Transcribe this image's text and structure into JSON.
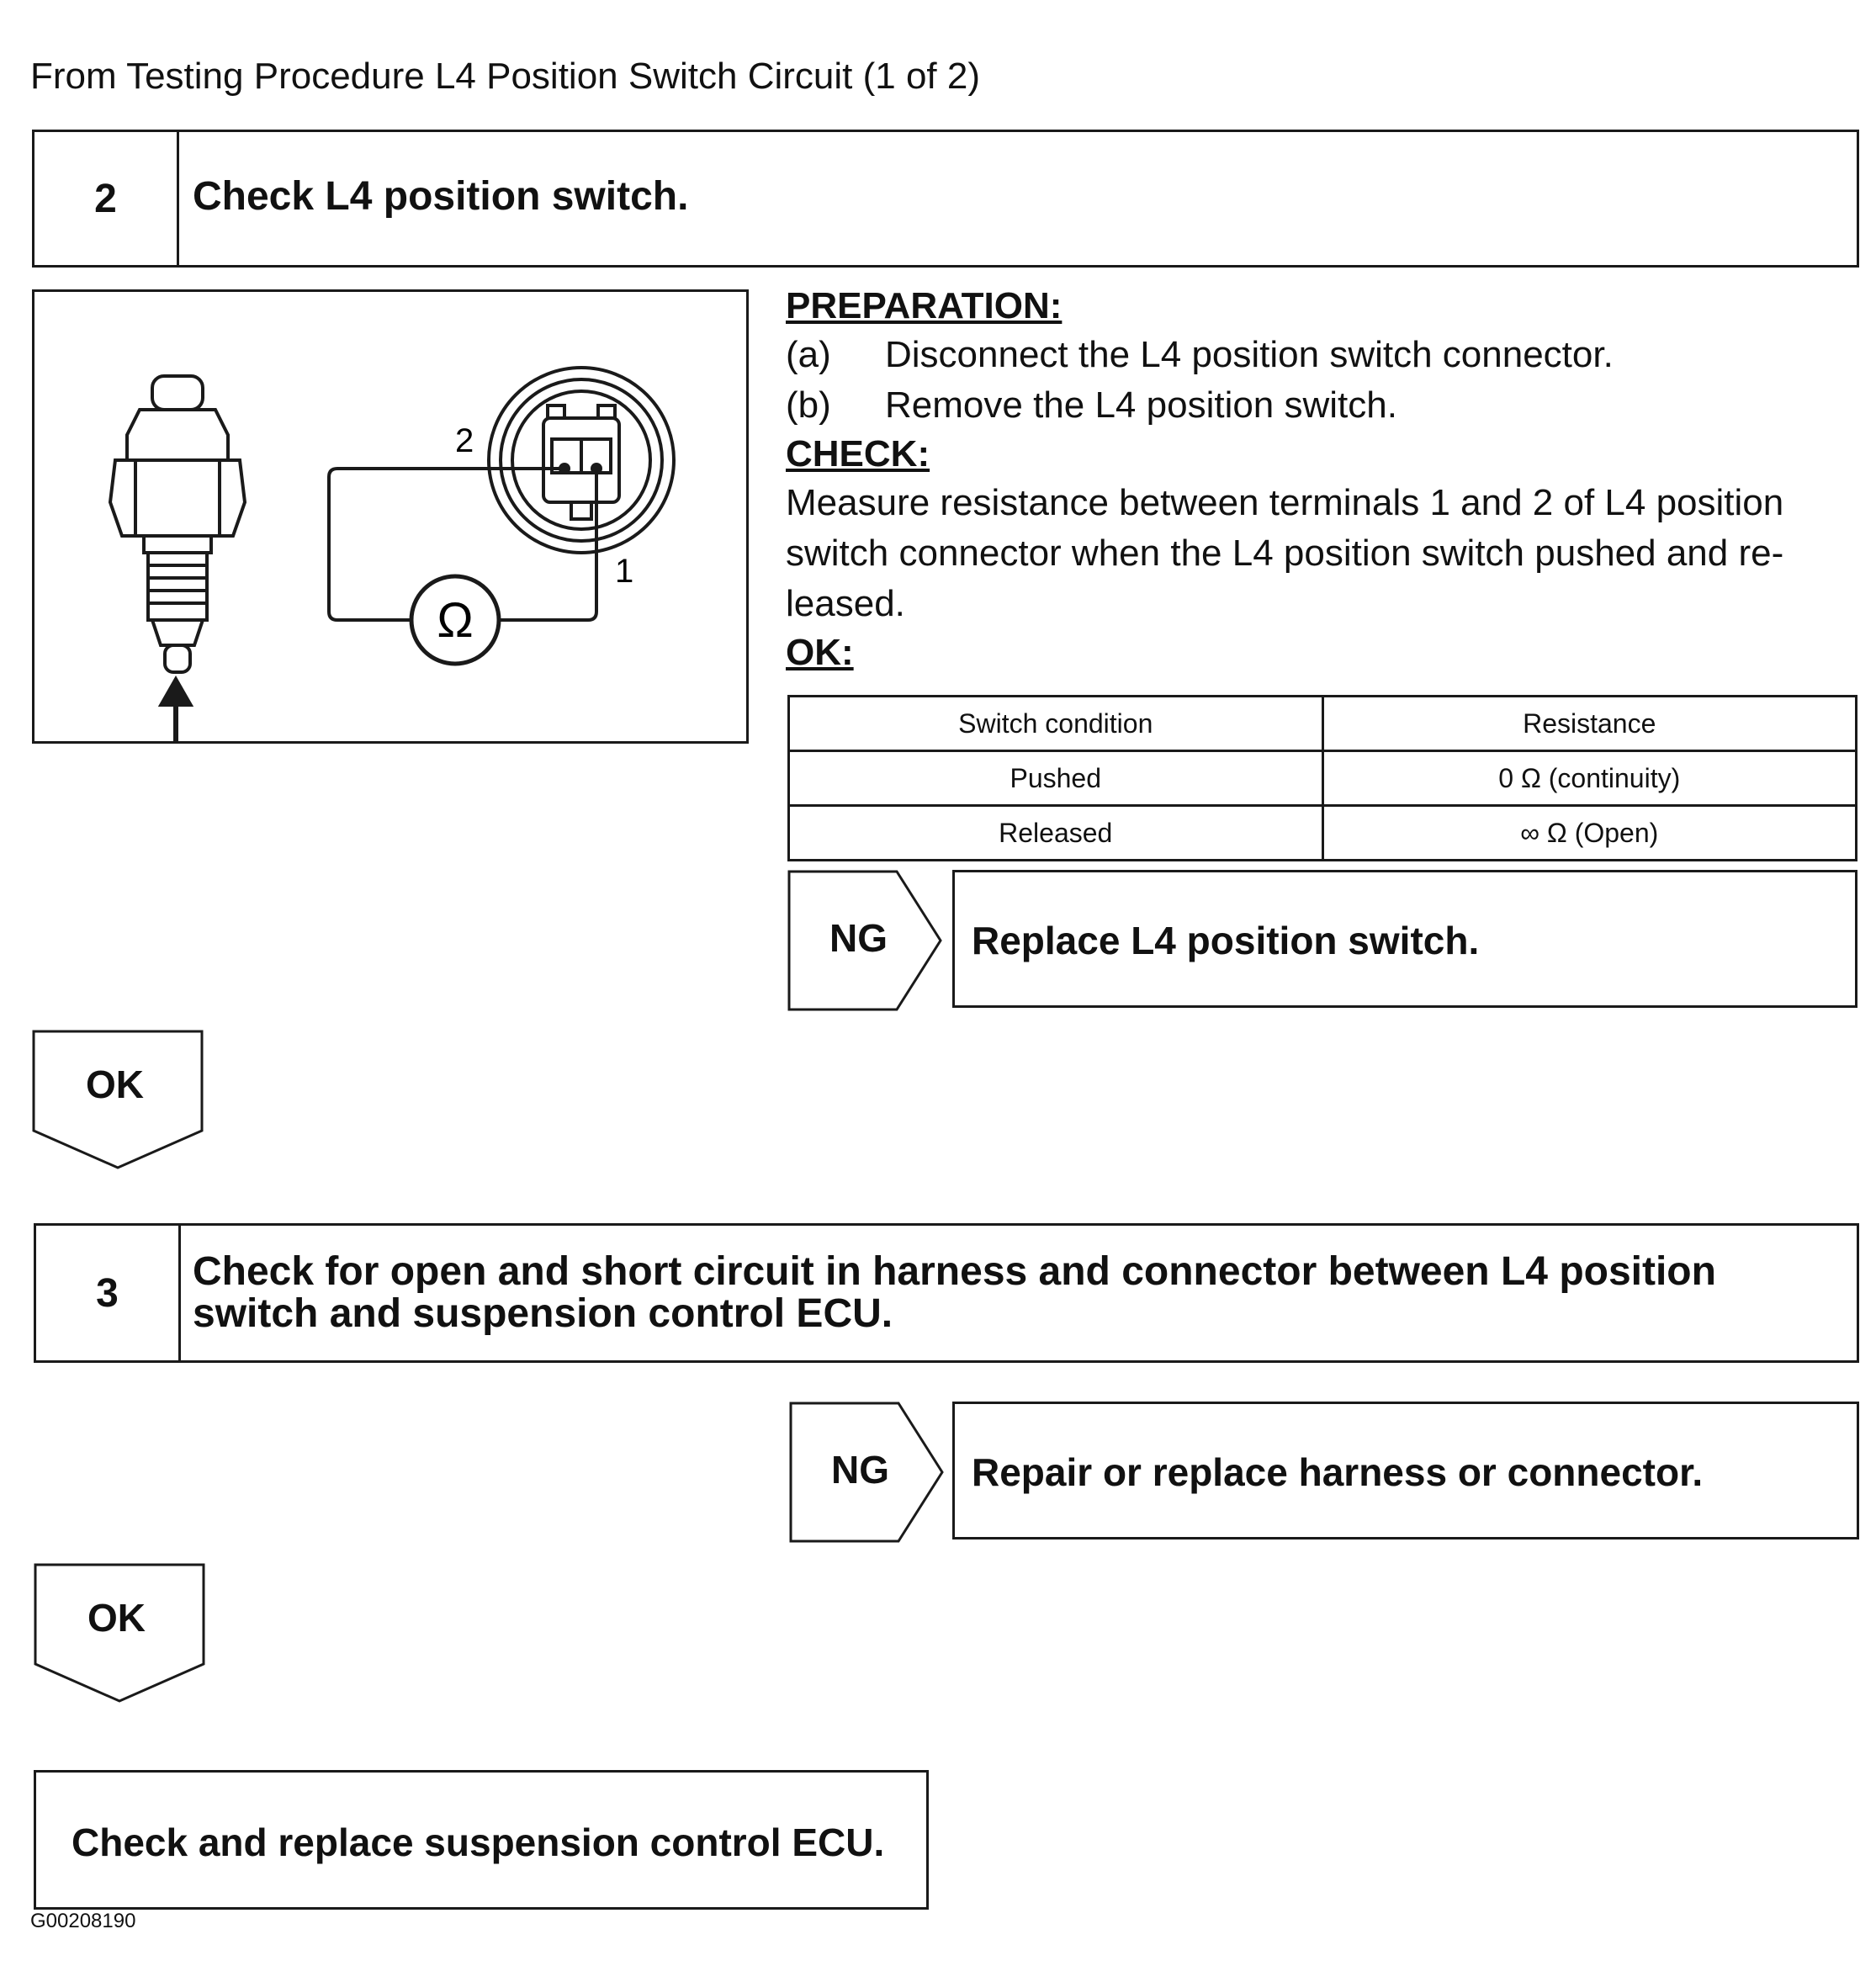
{
  "intro": "From Testing Procedure L4 Position Switch Circuit (1 of 2)",
  "step2": {
    "number": "2",
    "title": "Check L4 position switch.",
    "diagram": {
      "terminal_2": "2",
      "terminal_1": "1",
      "meter_symbol": "Ω"
    },
    "preparation_heading": "PREPARATION:",
    "preparation_steps": [
      {
        "marker": "(a)",
        "text": "Disconnect the L4 position switch connector."
      },
      {
        "marker": "(b)",
        "text": "Remove the L4 position switch."
      }
    ],
    "check_heading": "CHECK:",
    "check_lines": [
      "Measure resistance between terminals 1 and 2 of L4 position",
      "switch connector when the L4 position switch pushed and re-",
      "leased."
    ],
    "ok_heading": "OK:",
    "table": {
      "headers": [
        "Switch condition",
        "Resistance"
      ],
      "rows": [
        [
          "Pushed",
          "0 Ω (continuity)"
        ],
        [
          "Released",
          "∞ Ω (Open)"
        ]
      ]
    },
    "ng_label": "NG",
    "ng_action": "Replace L4 position switch.",
    "ok_label": "OK"
  },
  "step3": {
    "number": "3",
    "title_lines": [
      "Check for open and short circuit in harness and connector between L4 position",
      "switch and suspension control ECU."
    ],
    "ng_label": "NG",
    "ng_action": "Repair or replace harness or connector.",
    "ok_label": "OK"
  },
  "final_action": "Check and replace suspension control ECU.",
  "figure_code": "G00208190"
}
